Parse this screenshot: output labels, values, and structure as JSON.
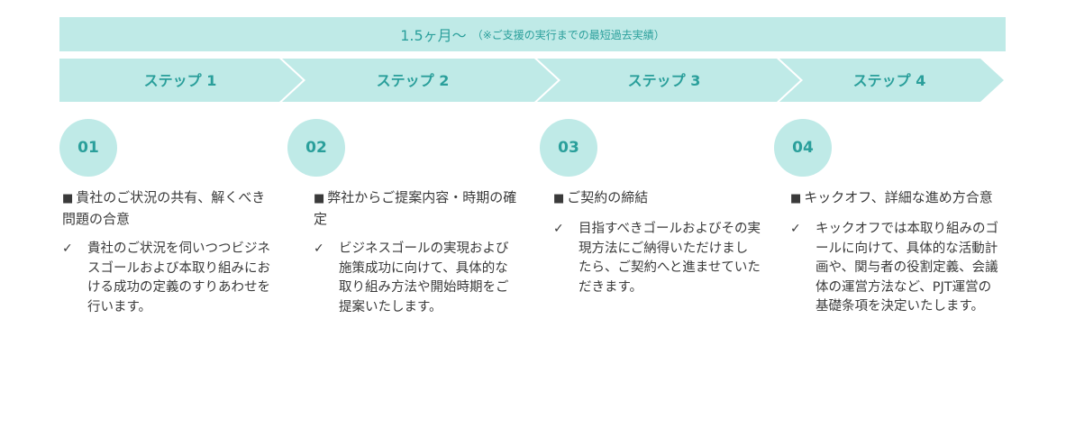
{
  "banner": {
    "main": "1.5ヶ月～",
    "note": "（※ご支援の実行までの最短過去実績）"
  },
  "steps": [
    {
      "label": "ステップ 1"
    },
    {
      "label": "ステップ 2"
    },
    {
      "label": "ステップ 3"
    },
    {
      "label": "ステップ 4"
    }
  ],
  "columns": [
    {
      "number": "01",
      "square": "■",
      "heading": "貴社のご状況の共有、解くべき問題の合意",
      "check": "✓",
      "body": "貴社のご状況を伺いつつビジネスゴールおよび本取り組みにおける成功の定義のすりあわせを行います。"
    },
    {
      "number": "02",
      "square": "■",
      "heading": "弊社からご提案内容・時期の確定",
      "check": "✓",
      "body": "ビジネスゴールの実現および施策成功に向けて、具体的な取り組み方法や開始時期をご提案いたします。"
    },
    {
      "number": "03",
      "square": "■",
      "heading": "ご契約の締結",
      "check": "✓",
      "body": "目指すべきゴールおよびその実現方法にご納得いただけましたら、ご契約へと進ませていただきます。"
    },
    {
      "number": "04",
      "square": "■",
      "heading": "キックオフ、詳細な進め方合意",
      "check": "✓",
      "body": "キックオフでは本取り組みのゴールに向けて、具体的な活動計画や、関与者の役割定義、会議体の運営方法など、PJT運営の基礎条項を決定いたします。"
    }
  ],
  "colors": {
    "fill": "#bfeae7",
    "accent": "#2a9f9b",
    "text": "#3a3a3a"
  }
}
